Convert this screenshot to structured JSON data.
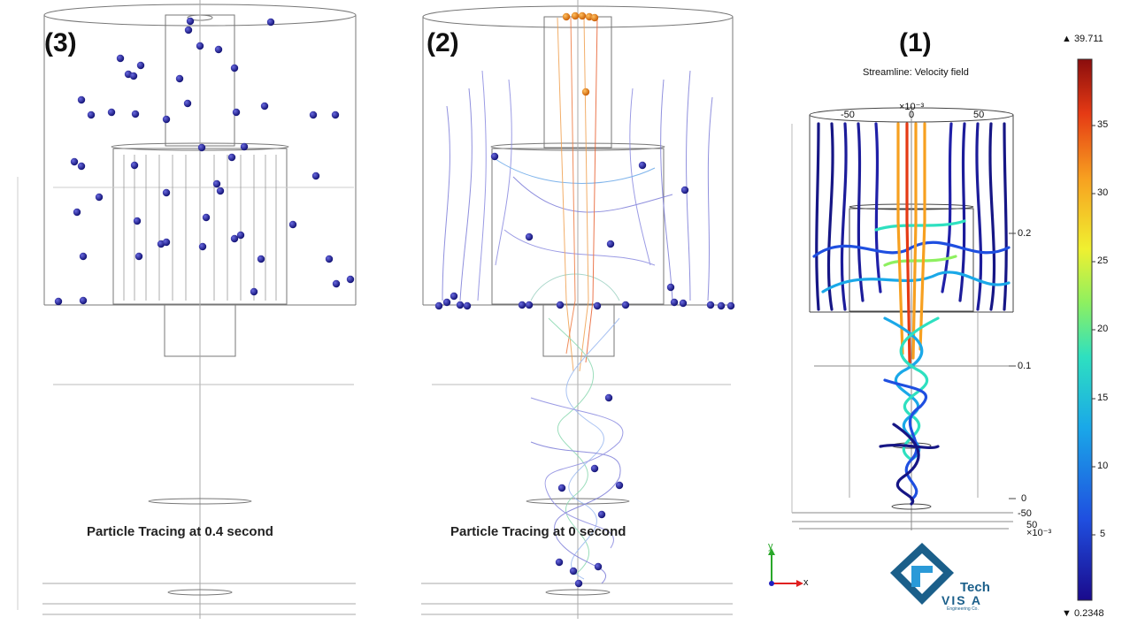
{
  "panels": {
    "p3": {
      "label": "(3)",
      "caption": "Particle Tracing at 0.4 second"
    },
    "p2": {
      "label": "(2)",
      "caption": "Particle Tracing at 0 second"
    },
    "p1": {
      "label": "(1)",
      "title": "Streamline: Velocity field"
    }
  },
  "axes_p1": {
    "exp_top": "×10⁻³",
    "top_ticks": [
      "-50",
      "0",
      "50"
    ],
    "y_ticks": [
      "0.2",
      "0.1",
      "0"
    ],
    "bottom_ticks": [
      "-50",
      "50"
    ],
    "exp_bottom": "×10⁻³"
  },
  "triad": {
    "y": "y",
    "x": "x"
  },
  "colorbar": {
    "max_label": "▲ 39.711",
    "min_label": "▼ 0.2348",
    "ticks": [
      "35",
      "30",
      "25",
      "20",
      "15",
      "10",
      "5"
    ]
  },
  "logo": {
    "text_tech": "Tech",
    "text_vista": "VIS A",
    "subtitle": "Engineering Co."
  },
  "colors": {
    "particle": "#1a1a8c",
    "particle_inject": "#e07a10",
    "wire": "#666666"
  }
}
